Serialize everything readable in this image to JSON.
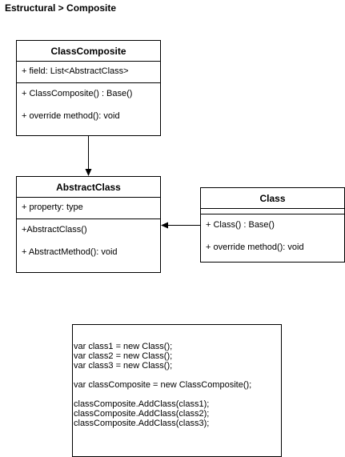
{
  "title": "Estructural > Composite",
  "classes": {
    "composite": {
      "name": "ClassComposite",
      "fields": [
        "+ field: List<AbstractClass>"
      ],
      "methods": [
        "+ ClassComposite() : Base()",
        "+ override method(): void"
      ]
    },
    "abstract": {
      "name": "AbstractClass",
      "fields": [
        "+ property: type"
      ],
      "methods": [
        "+AbstractClass()",
        "+ AbstractMethod(): void"
      ]
    },
    "leaf": {
      "name": "Class",
      "fields": [],
      "methods": [
        "+ Class() : Base()",
        "+ override method(): void"
      ]
    }
  },
  "relations": [
    {
      "from": "composite",
      "to": "abstract"
    },
    {
      "from": "leaf",
      "to": "abstract"
    }
  ],
  "code": [
    "var class1 = new Class();",
    "var class2 = new Class();",
    "var class3 = new Class();",
    "",
    "var classComposite = new ClassComposite();",
    "",
    "classComposite.AddClass(class1);",
    "classComposite.AddClass(class2);",
    "classComposite.AddClass(class3);"
  ]
}
